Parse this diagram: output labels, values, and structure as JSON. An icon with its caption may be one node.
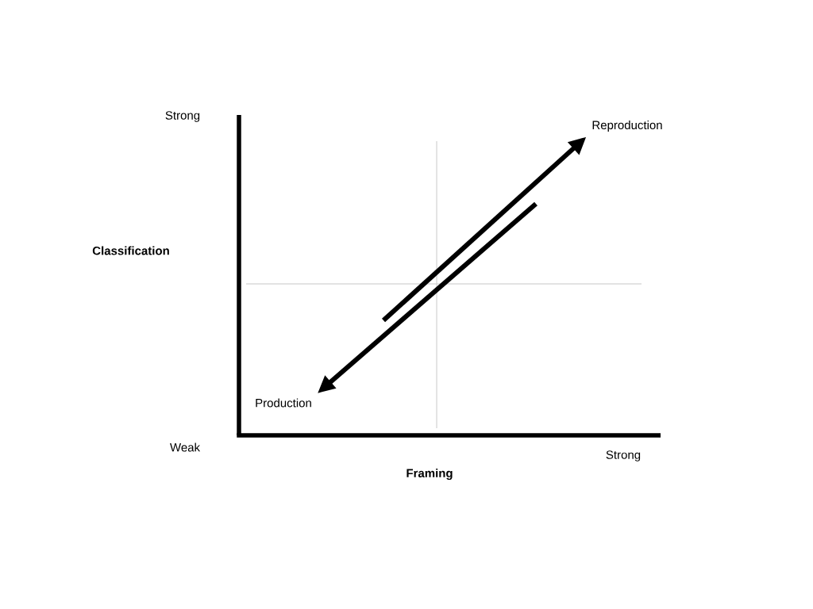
{
  "diagram": {
    "nodes": [
      {
        "text": [
          "Reproduction"
        ]
      },
      {
        "text": [
          "Production"
        ]
      }
    ],
    "edges": [
      {
        "from": null,
        "to": 0,
        "arrow": "to"
      },
      {
        "from": null,
        "to": 1,
        "arrow": "to"
      }
    ],
    "labels": [
      "Strong",
      "Classification",
      "Weak",
      "Strong",
      "Framing"
    ]
  }
}
